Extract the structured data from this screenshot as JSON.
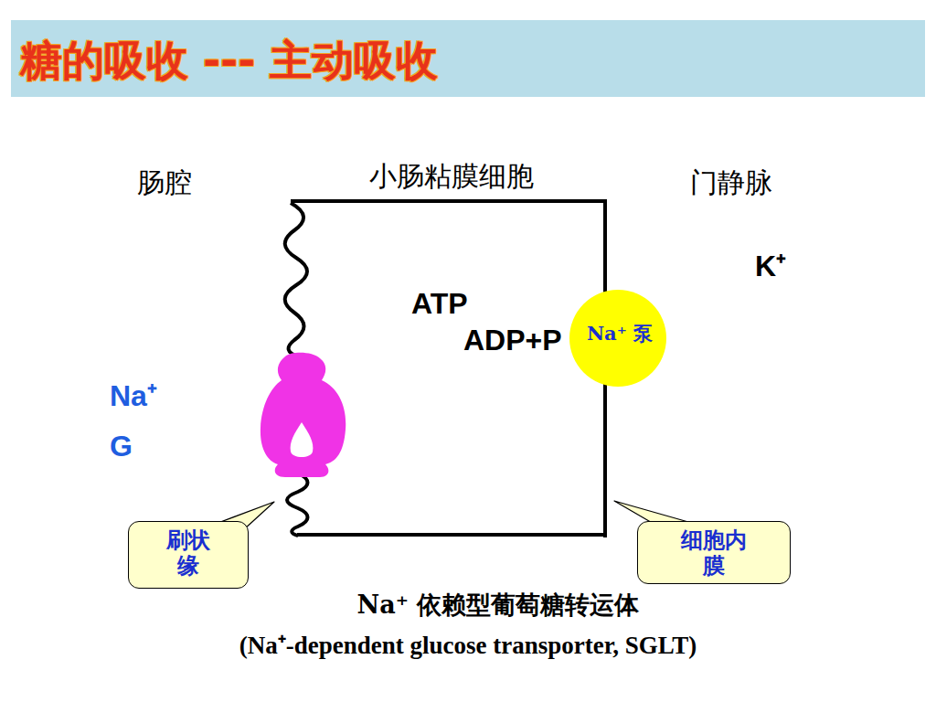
{
  "diagram": {
    "title": "糖的吸收 --- 主动吸收",
    "caption": "Na⁺ 依赖型葡萄糖转运体",
    "nodes": [
      {
        "text": [
          "小肠粘膜细胞",
          "ATP",
          "ADP+P"
        ]
      },
      {
        "text": [
          "Na⁺ 泵"
        ]
      },
      {
        "text": [
          "刷状缘"
        ]
      },
      {
        "text": [
          "细胞内膜"
        ]
      }
    ],
    "labels": [
      "肠腔",
      "门静脉",
      "K⁺",
      "Na⁺",
      "G",
      "(Na⁺-dependent glucose transporter, SGLT)"
    ]
  }
}
